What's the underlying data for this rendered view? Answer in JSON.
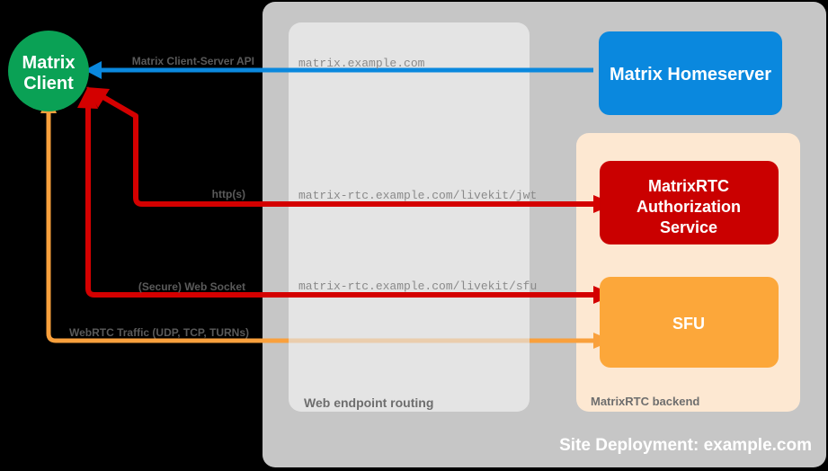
{
  "diagram": {
    "background_color": "#000000",
    "site": {
      "label": "Site Deployment: example.com",
      "box_color": "#c6c6c6",
      "label_color": "#ffffff"
    },
    "zones": [
      {
        "id": "web-endpoint-routing",
        "label": "Web endpoint routing",
        "box_color": "#e4e4e4",
        "label_color": "#6e6e6e"
      },
      {
        "id": "matrixrtc-backend",
        "label": "MatrixRTC backend",
        "box_color": "#fde8d2",
        "label_color": "#6e6e6e"
      }
    ],
    "nodes": [
      {
        "id": "matrix-client",
        "label_line1": "Matrix",
        "label_line2": "Client",
        "shape": "circle",
        "color": "#0aa155",
        "text_color": "#ffffff"
      },
      {
        "id": "matrix-homeserver",
        "label": "Matrix Homeserver",
        "shape": "rounded-rect",
        "color": "#0a88de",
        "text_color": "#ffffff"
      },
      {
        "id": "matrixrtc-authorization-service",
        "label_line1": "MatrixRTC",
        "label_line2": "Authorization",
        "label_line3": "Service",
        "shape": "rounded-rect",
        "color": "#ca0000",
        "text_color": "#ffffff"
      },
      {
        "id": "sfu",
        "label": "SFU",
        "shape": "rounded-rect",
        "color": "#fca73a",
        "text_color": "#ffffff"
      }
    ],
    "flows": [
      {
        "id": "matrix-client-server-api",
        "protocol_label": "Matrix Client-Server API",
        "endpoint_label": "matrix.example.com",
        "color": "#0a88de",
        "label_color": "#5a5a5a",
        "endpoint_color": "#8a8a8a",
        "direction": "to-client"
      },
      {
        "id": "https-jwt",
        "protocol_label": "http(s)",
        "endpoint_label": "matrix-rtc.example.com/livekit/jwt",
        "color": "#d40000",
        "label_color": "#5a5a5a",
        "endpoint_color": "#8a8a8a",
        "direction": "to-client"
      },
      {
        "id": "secure-web-socket-sfu",
        "protocol_label": "(Secure) Web Socket",
        "endpoint_label": "matrix-rtc.example.com/livekit/sfu",
        "color": "#d40000",
        "label_color": "#5a5a5a",
        "endpoint_color": "#8a8a8a",
        "direction": "to-client"
      },
      {
        "id": "webrtc-traffic",
        "protocol_label": "WebRTC Traffic (UDP, TCP, TURNs)",
        "endpoint_label": "",
        "color": "#f9a03c",
        "label_color": "#5a5a5a",
        "endpoint_color": "#8a8a8a",
        "direction": "bidirectional"
      }
    ]
  }
}
